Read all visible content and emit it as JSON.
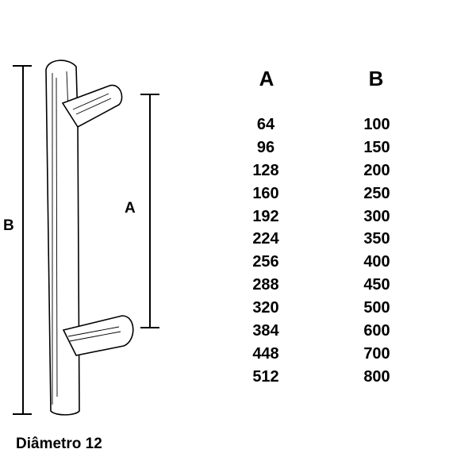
{
  "dimension_labels": {
    "a": "A",
    "b": "B"
  },
  "table": {
    "header_a": "A",
    "header_b": "B",
    "rows": [
      {
        "a": "64",
        "b": "100"
      },
      {
        "a": "96",
        "b": "150"
      },
      {
        "a": "128",
        "b": "200"
      },
      {
        "a": "160",
        "b": "250"
      },
      {
        "a": "192",
        "b": "300"
      },
      {
        "a": "224",
        "b": "350"
      },
      {
        "a": "256",
        "b": "400"
      },
      {
        "a": "288",
        "b": "450"
      },
      {
        "a": "320",
        "b": "500"
      },
      {
        "a": "384",
        "b": "600"
      },
      {
        "a": "448",
        "b": "700"
      },
      {
        "a": "512",
        "b": "800"
      }
    ]
  },
  "caption": "Diâmetro 12"
}
